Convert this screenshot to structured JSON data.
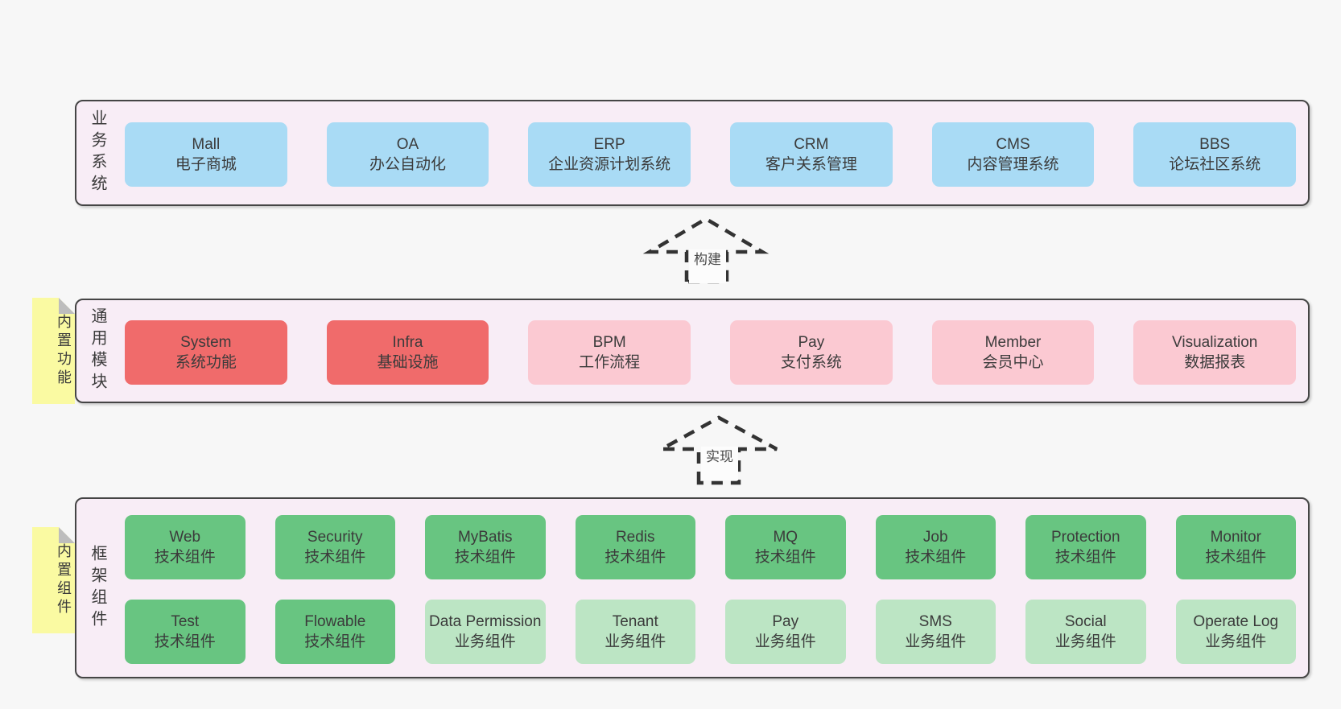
{
  "colors": {
    "page_bg": "#f7f7f7",
    "band_bg": "#f8edf6",
    "border": "#454545",
    "text": "#3b3b3b",
    "box_blue": "#a9dbf5",
    "box_red": "#f06b6b",
    "box_pink": "#fbc9d2",
    "box_green_dark": "#68c581",
    "box_green_light": "#bce5c4",
    "sticky_bg": "#fafaa2",
    "fold_gray": "#bdbdbd",
    "arrow": "#333333",
    "label_bg": "#fcfcfc"
  },
  "bands": [
    {
      "label": "业务系统",
      "rows": [
        [
          {
            "title": "Mall",
            "subtitle": "电子商城"
          },
          {
            "title": "OA",
            "subtitle": "办公自动化"
          },
          {
            "title": "ERP",
            "subtitle": "企业资源计划系统"
          },
          {
            "title": "CRM",
            "subtitle": "客户关系管理"
          },
          {
            "title": "CMS",
            "subtitle": "内容管理系统"
          },
          {
            "title": "BBS",
            "subtitle": "论坛社区系统"
          }
        ]
      ]
    },
    {
      "label": "通用模块",
      "sticky": "内置功能",
      "rows": [
        [
          {
            "title": "System",
            "subtitle": "系统功能"
          },
          {
            "title": "Infra",
            "subtitle": "基础设施"
          },
          {
            "title": "BPM",
            "subtitle": "工作流程"
          },
          {
            "title": "Pay",
            "subtitle": "支付系统"
          },
          {
            "title": "Member",
            "subtitle": "会员中心"
          },
          {
            "title": "Visualization",
            "subtitle": "数据报表"
          }
        ]
      ]
    },
    {
      "label": "框架组件",
      "sticky": "内置组件",
      "rows": [
        [
          {
            "title": "Web",
            "subtitle": "技术组件"
          },
          {
            "title": "Security",
            "subtitle": "技术组件"
          },
          {
            "title": "MyBatis",
            "subtitle": "技术组件"
          },
          {
            "title": "Redis",
            "subtitle": "技术组件"
          },
          {
            "title": "MQ",
            "subtitle": "技术组件"
          },
          {
            "title": "Job",
            "subtitle": "技术组件"
          },
          {
            "title": "Protection",
            "subtitle": "技术组件"
          },
          {
            "title": "Monitor",
            "subtitle": "技术组件"
          }
        ],
        [
          {
            "title": "Test",
            "subtitle": "技术组件"
          },
          {
            "title": "Flowable",
            "subtitle": "技术组件"
          },
          {
            "title": "Data Permission",
            "subtitle": "业务组件"
          },
          {
            "title": "Tenant",
            "subtitle": "业务组件"
          },
          {
            "title": "Pay",
            "subtitle": "业务组件"
          },
          {
            "title": "SMS",
            "subtitle": "业务组件"
          },
          {
            "title": "Social",
            "subtitle": "业务组件"
          },
          {
            "title": "Operate Log",
            "subtitle": "业务组件"
          }
        ]
      ]
    }
  ],
  "arrows": [
    {
      "label": "构建"
    },
    {
      "label": "实现"
    }
  ]
}
